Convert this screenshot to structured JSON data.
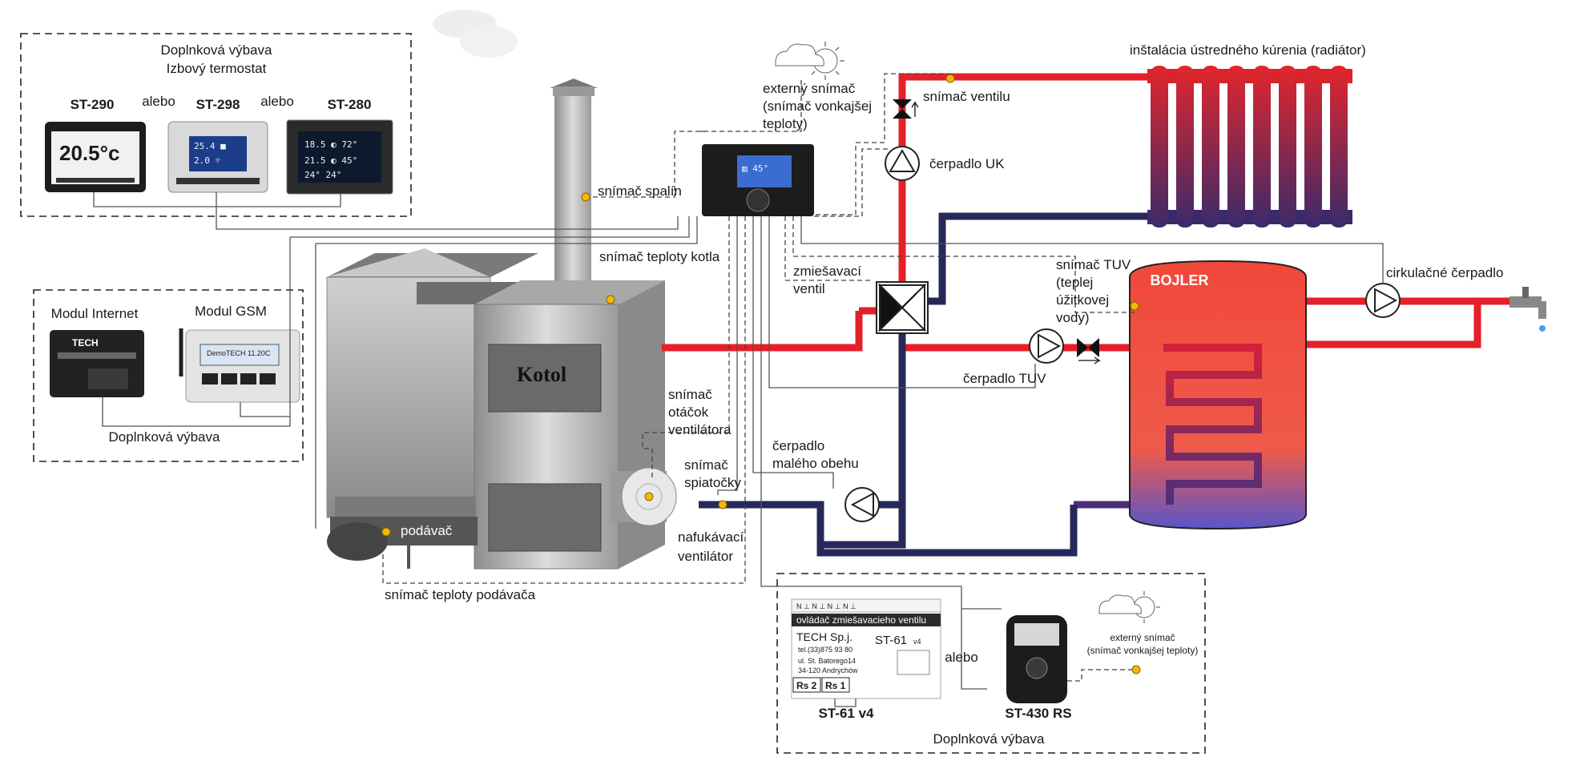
{
  "extras_thermostat": {
    "title1": "Doplnková výbava",
    "title2": "Izbový termostat",
    "m1": "ST-290",
    "or1": "alebo",
    "m2": "ST-298",
    "or2": "alebo",
    "m3": "ST-280"
  },
  "extras_modules": {
    "internet": "Modul Internet",
    "gsm": "Modul GSM",
    "footer": "Doplnková výbava"
  },
  "extras_bottom": {
    "header": "ovládač zmiešavacieho ventilu",
    "company": "TECH Sp.j.",
    "model_small": "ST-61",
    "model_version": "v4",
    "tel": "tel.(33)875 93 80",
    "address1": "ul. St. Batorego14",
    "address2": "34-120 Andrychów",
    "rs2": "Rs 2",
    "rs1": "Rs 1",
    "or": "alebo",
    "st61": "ST-61 v4",
    "st430": "ST-430 RS",
    "ext_sensor1": "externý snímač",
    "ext_sensor2": "(snímač vonkajšej teploty)",
    "footer": "Doplnková výbava"
  },
  "labels": {
    "ext_sensor_top1": "externý snímač",
    "ext_sensor_top2": "(snímač vonkajšej",
    "ext_sensor_top3": "teploty)",
    "valve_sensor": "snímač ventilu",
    "pump_uk": "čerpadlo UK",
    "radiator": "inštalácia ústredného kúrenia (radiátor)",
    "exhaust_sensor": "snímač spalín",
    "boiler_temp_sensor": "snímač teploty kotla",
    "mixing_valve1": "zmiešavací",
    "mixing_valve2": "ventil",
    "tuv_sensor1": "snímač TUV",
    "tuv_sensor2": "(teplej",
    "tuv_sensor3": "úžitkovej",
    "tuv_sensor4": "vody)",
    "circ_pump": "cirkulačné čerpadlo",
    "tuv_pump": "čerpadlo TUV",
    "fan_rpm1": "snímač",
    "fan_rpm2": "otáčok",
    "fan_rpm3": "ventilátora",
    "small_loop1": "čerpadlo",
    "small_loop2": "malého obehu",
    "return1": "snímač",
    "return2": "spiatočky",
    "blower1": "nafukávací",
    "blower2": "ventilátor",
    "feeder": "podávač",
    "feeder_temp": "snímač teploty podávača",
    "kotol": "Kotol",
    "bojler": "BOJLER"
  },
  "colors": {
    "hot": "#e5202a",
    "cold": "#27285a",
    "sensor": "#f5b800"
  },
  "icons": [
    "cloud-sun-icon",
    "thermostat-device-icon",
    "internet-module-icon",
    "gsm-module-icon",
    "controller-icon",
    "pump-icon",
    "valve-icon",
    "mixing-valve-icon",
    "faucet-icon",
    "radiator-icon"
  ]
}
